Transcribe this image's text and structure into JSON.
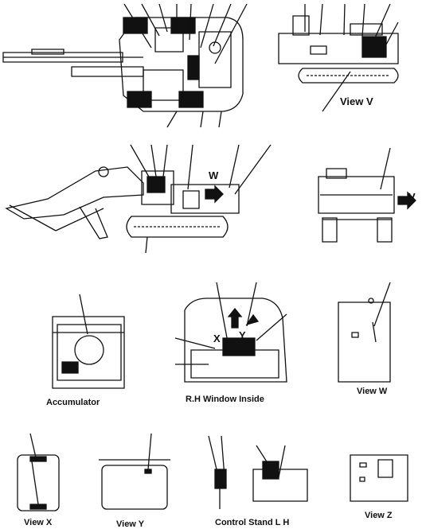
{
  "labels": {
    "view_v": "View V",
    "v_marker": "V",
    "w_marker": "W",
    "x_marker": "X",
    "y_marker": "Y",
    "accumulator": "Accumulator",
    "rh_window": "R.H Window Inside",
    "view_w": "View W",
    "view_x": "View X",
    "view_y": "View Y",
    "control_stand": "Control Stand L H",
    "view_z": "View Z"
  }
}
